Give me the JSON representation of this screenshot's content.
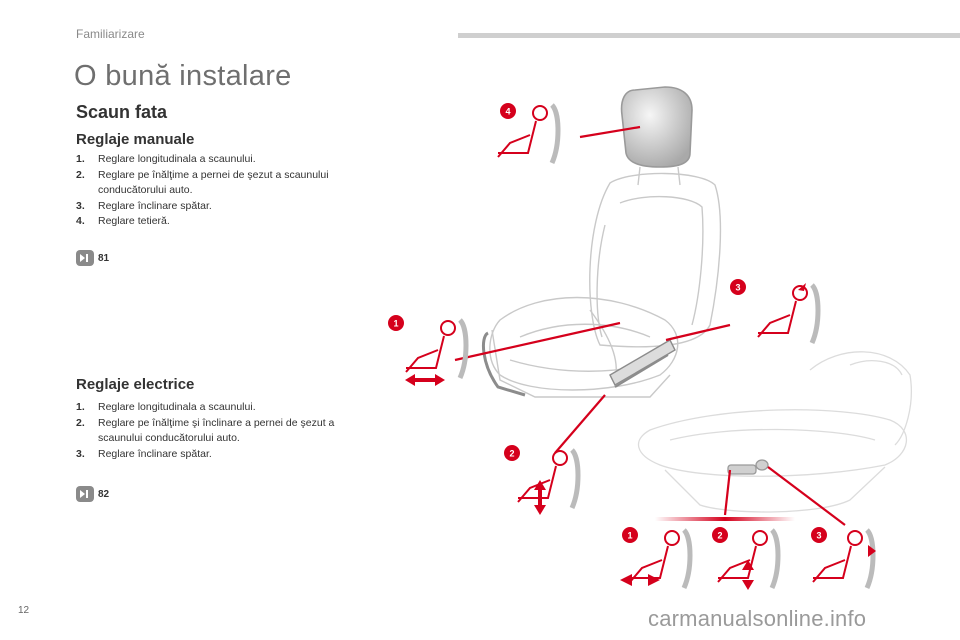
{
  "header": {
    "section": "Familiarizare"
  },
  "page": {
    "title": "O bună instalare",
    "subtitle": "Scaun fata",
    "number": "12"
  },
  "manual": {
    "heading": "Reglaje manuale",
    "items": [
      {
        "num": "1.",
        "text": "Reglare longitudinala a scaunului."
      },
      {
        "num": "2.",
        "text": "Reglare pe înălţime a pernei de şezut a scaunului conducătorului auto."
      },
      {
        "num": "3.",
        "text": "Reglare înclinare spătar."
      },
      {
        "num": "4.",
        "text": "Reglare tetieră."
      }
    ],
    "ref_page": "81"
  },
  "electric": {
    "heading": "Reglaje electrice",
    "items": [
      {
        "num": "1.",
        "text": "Reglare longitudinala a scaunului."
      },
      {
        "num": "2.",
        "text": "Reglare pe înălţime şi înclinare a pernei de şezut a scaunului conducătorului auto."
      },
      {
        "num": "3.",
        "text": "Reglare înclinare spătar."
      }
    ],
    "ref_page": "82"
  },
  "illustration": {
    "callouts": [
      "4",
      "3",
      "1",
      "2",
      "1",
      "2",
      "3"
    ],
    "icons": [
      "seat-illustration",
      "person-seat-icon",
      "arrow-icon"
    ]
  },
  "watermark": "carmanualsonline.info",
  "colors": {
    "accent": "#d5001c",
    "gray": "#8a8a8a",
    "line": "#bdbdbd"
  }
}
